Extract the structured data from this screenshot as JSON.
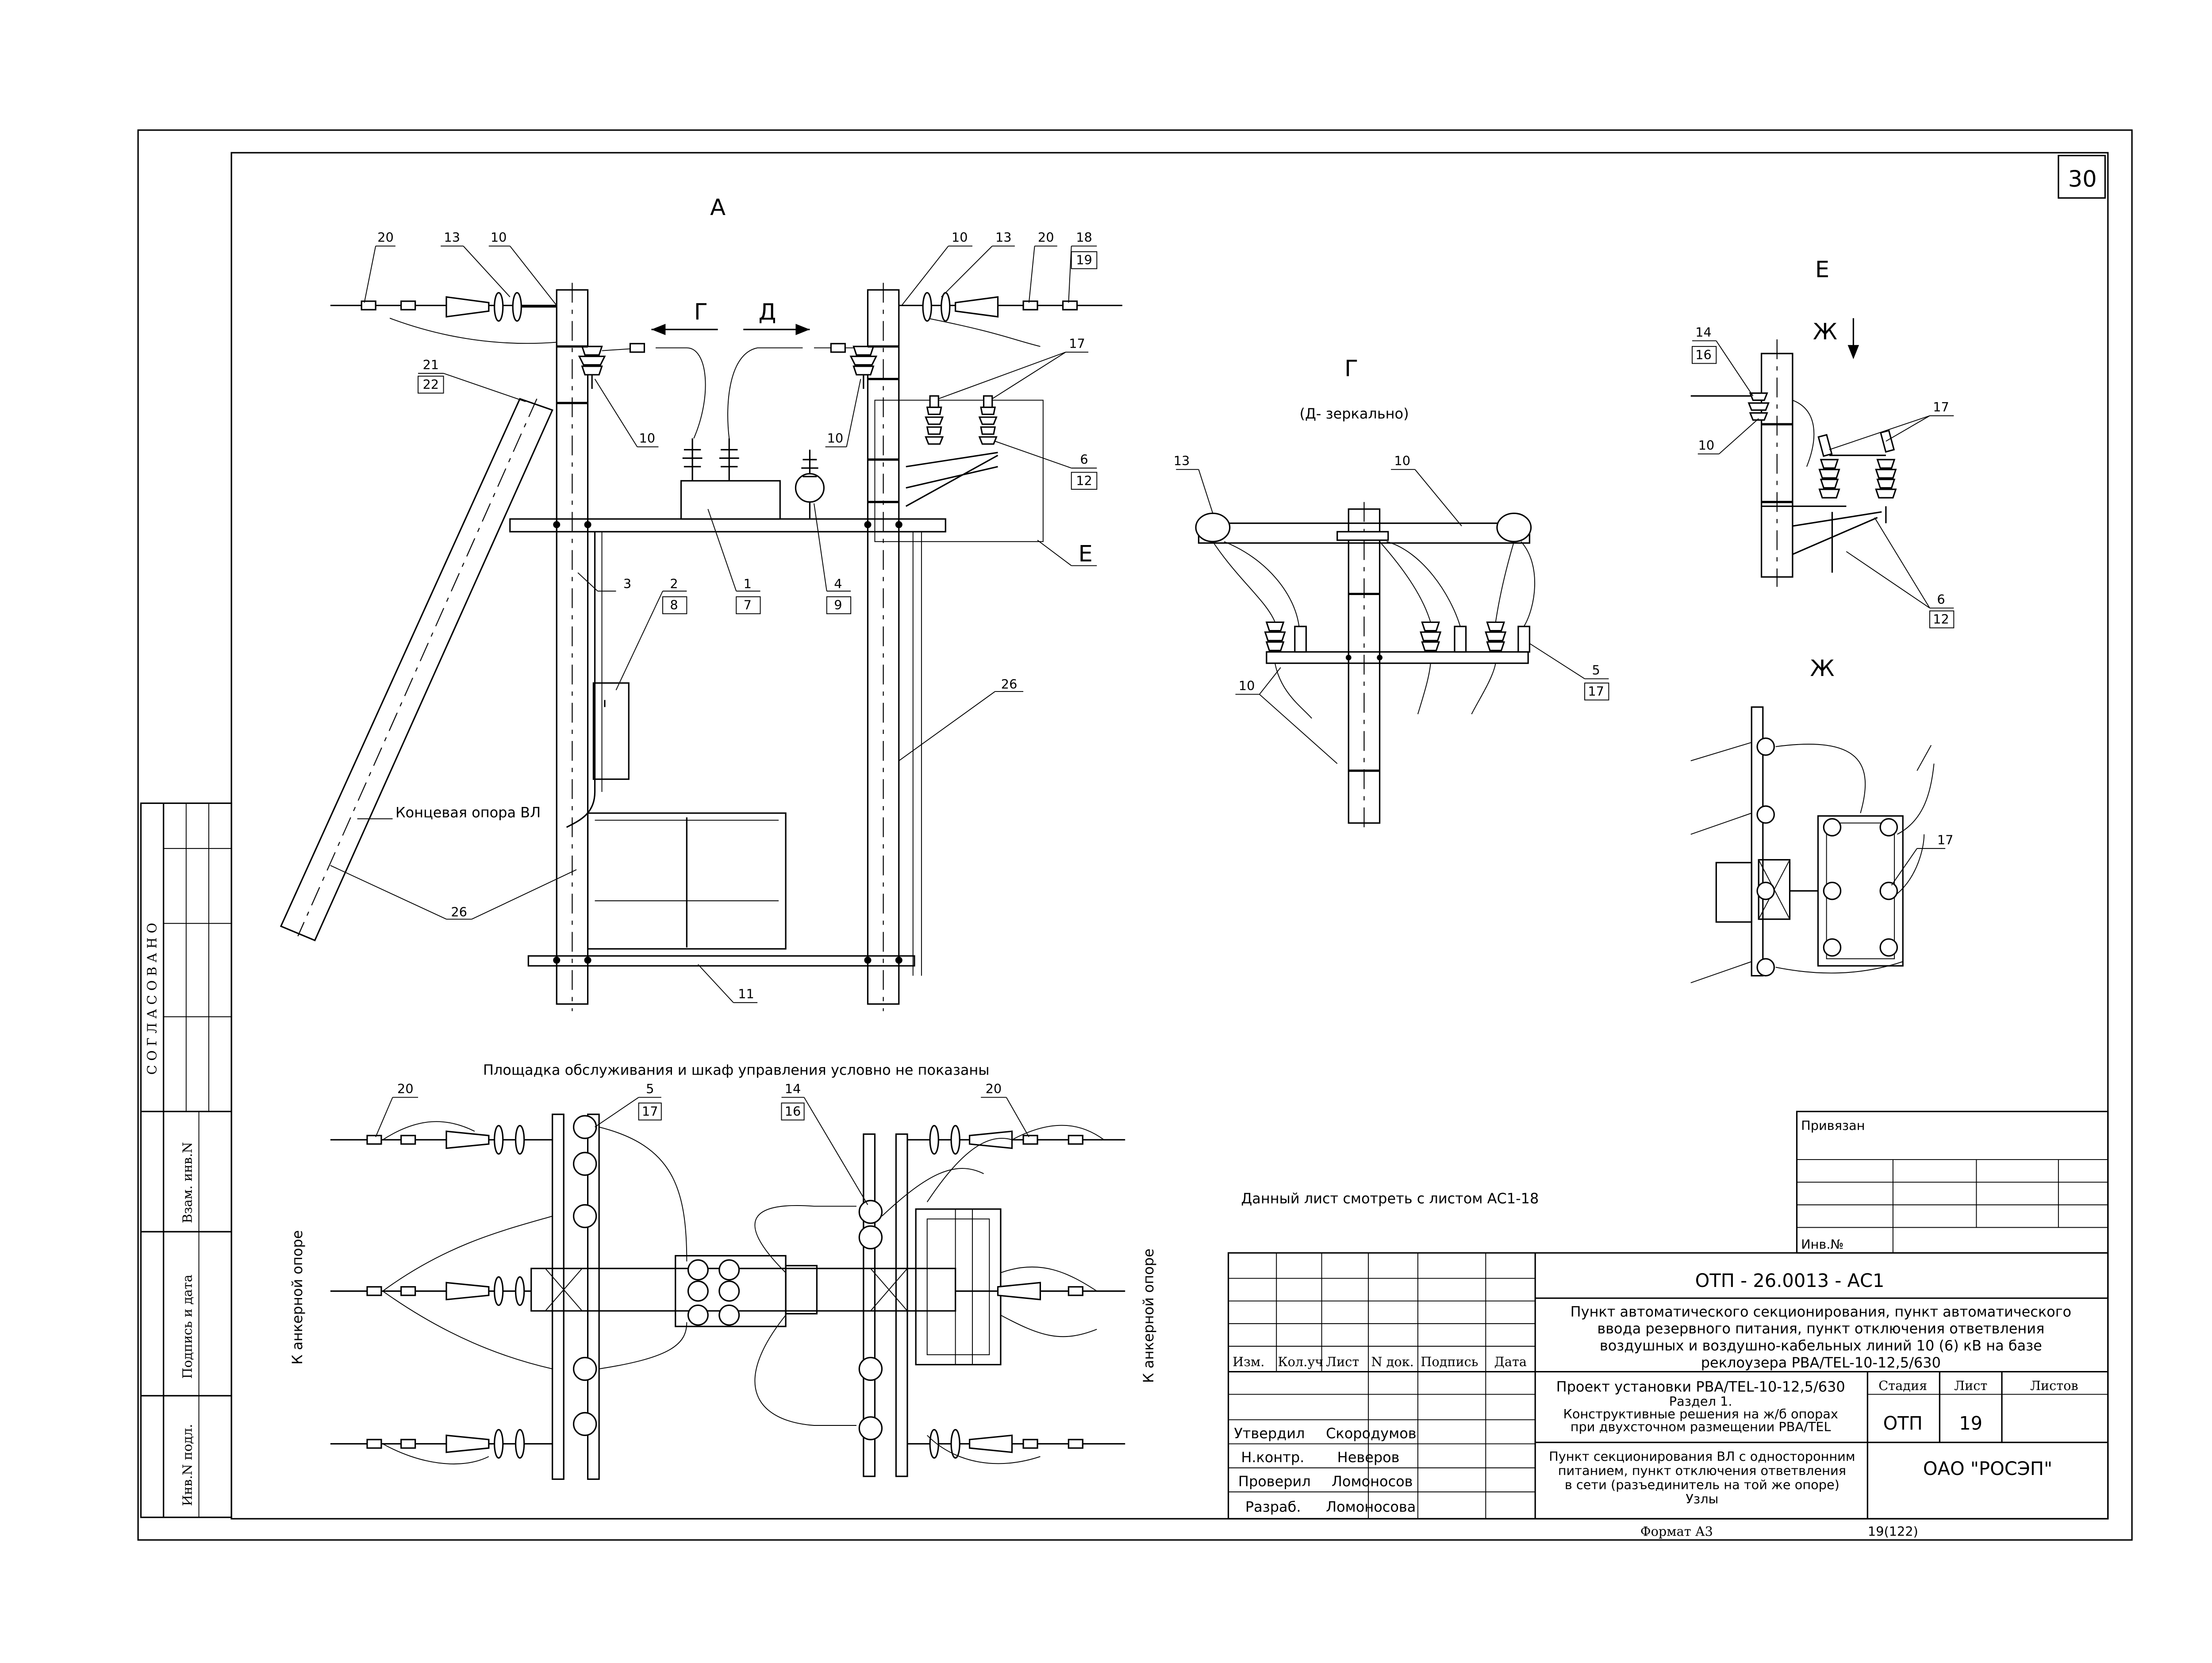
{
  "sheet": {
    "page_number": "30",
    "view_labels": {
      "A": "А",
      "G": "Г",
      "G_note": "(Д- зеркально)",
      "E": "Е",
      "Zh": "Ж",
      "arrow_G": "Г",
      "arrow_D": "Д",
      "arrow_Zh": "Ж",
      "callout_E": "Е"
    },
    "notes": {
      "platform_note": "Площадка обслуживания и шкаф управления условно не показаны",
      "data_sheet_note": "Данный лист смотреть с листом АС1-18",
      "end_pole": "Концевая опора ВЛ",
      "anchor_left": "К анкерной опоре",
      "anchor_right": "К анкерной опоре"
    },
    "callouts": {
      "n1": "1",
      "n2": "2",
      "n3": "3",
      "n4": "4",
      "n5": "5",
      "n6": "6",
      "n7": "7",
      "n8": "8",
      "n9": "9",
      "n10": "10",
      "n11": "11",
      "n12": "12",
      "n13": "13",
      "n14": "14",
      "n16": "16",
      "n17": "17",
      "n18": "18",
      "n19": "19",
      "n20": "20",
      "n21": "21",
      "n22": "22",
      "n26": "26"
    }
  },
  "approval_strip": {
    "title": "СОГЛАСОВАНО",
    "vzam": "Взам. инв.N",
    "podpis": "Подпись и дата",
    "inv": "Инв.N подл."
  },
  "privyazan": {
    "label": "Привязан",
    "inv_label": "Инв.№"
  },
  "title_block": {
    "doc_code": "ОТП - 26.0013 - АС1",
    "project_title": "Пункт автоматического секционирования, пункт автоматического ввода резервного питания, пункт отключения ответвления воздушных и воздушно-кабельных линий 10 (6) кВ на базе реклоузера РВА/TEL-10-12,5/630",
    "project_title_lines": [
      "Пункт автоматического секционирования, пункт автоматического",
      "ввода резервного питания, пункт отключения ответвления",
      "воздушных и воздушно-кабельных линий 10 (6) кВ на базе",
      "реклоузера РВА/TEL-10-12,5/630"
    ],
    "section_lines": [
      "Проект установки РВА/TEL-10-12,5/630",
      "Раздел 1.",
      "Конструктивные решения на ж/б опорах",
      "при двухсточном размещении РВА/TEL"
    ],
    "sheet_title_lines": [
      "Пункт секционирования ВЛ с односторонним",
      "питанием, пункт отключения ответвления",
      "в сети (разъединитель на той же опоре)",
      "Узлы"
    ],
    "headers": {
      "izm": "Изм.",
      "kol_uch": "Кол.уч",
      "list": "Лист",
      "n_dok": "N док.",
      "podpis": "Подпись",
      "data": "Дата",
      "stadiya": "Стадия",
      "list2": "Лист",
      "listov": "Листов"
    },
    "stage": "ОТП",
    "sheet_no": "19",
    "sheets_total": "",
    "company": "ОАО \"РОСЭП\"",
    "signatures": [
      {
        "role": "Утвердил",
        "name": "Скородумов"
      },
      {
        "role": "Н.контр.",
        "name": "Неверов"
      },
      {
        "role": "Проверил",
        "name": "Ломоносов"
      },
      {
        "role": "Разраб.",
        "name": "Ломоносова"
      }
    ]
  },
  "footer": {
    "format": "Формат А3",
    "copy_no": "19(122)"
  }
}
